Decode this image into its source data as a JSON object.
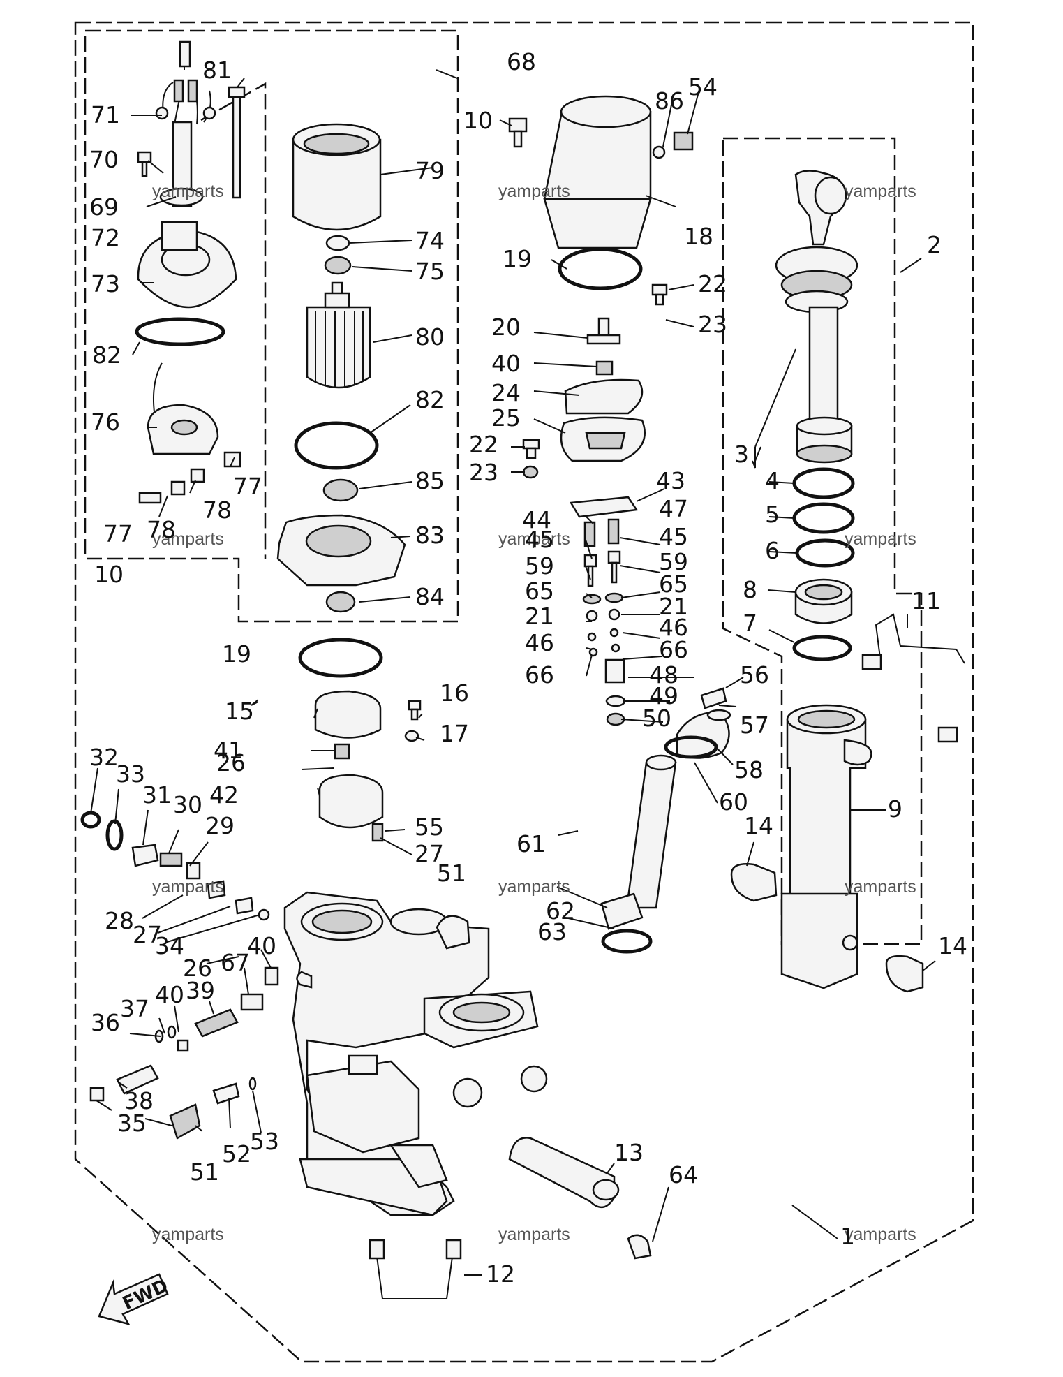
{
  "callouts": [
    {
      "id": "c-81",
      "text": "81"
    },
    {
      "id": "c-71",
      "text": "71"
    },
    {
      "id": "c-70",
      "text": "70"
    },
    {
      "id": "c-69",
      "text": "69"
    },
    {
      "id": "c-72",
      "text": "72"
    },
    {
      "id": "c-73",
      "text": "73"
    },
    {
      "id": "c-82a",
      "text": "82"
    },
    {
      "id": "c-76",
      "text": "76"
    },
    {
      "id": "c-77a",
      "text": "77"
    },
    {
      "id": "c-78a",
      "text": "78"
    },
    {
      "id": "c-77b",
      "text": "77"
    },
    {
      "id": "c-78b",
      "text": "78"
    },
    {
      "id": "c-10a",
      "text": "10"
    },
    {
      "id": "c-68",
      "text": "68"
    },
    {
      "id": "c-79",
      "text": "79"
    },
    {
      "id": "c-74",
      "text": "74"
    },
    {
      "id": "c-75",
      "text": "75"
    },
    {
      "id": "c-80",
      "text": "80"
    },
    {
      "id": "c-82b",
      "text": "82"
    },
    {
      "id": "c-85",
      "text": "85"
    },
    {
      "id": "c-83",
      "text": "83"
    },
    {
      "id": "c-84",
      "text": "84"
    },
    {
      "id": "c-19a",
      "text": "19"
    },
    {
      "id": "c-15",
      "text": "15"
    },
    {
      "id": "c-41",
      "text": "41"
    },
    {
      "id": "c-26a",
      "text": "26"
    },
    {
      "id": "c-42",
      "text": "42"
    },
    {
      "id": "c-16",
      "text": "16"
    },
    {
      "id": "c-17",
      "text": "17"
    },
    {
      "id": "c-55",
      "text": "55"
    },
    {
      "id": "c-27a",
      "text": "27"
    },
    {
      "id": "c-10b",
      "text": "10"
    },
    {
      "id": "c-86",
      "text": "86"
    },
    {
      "id": "c-54",
      "text": "54"
    },
    {
      "id": "c-18",
      "text": "18"
    },
    {
      "id": "c-19b",
      "text": "19"
    },
    {
      "id": "c-22a",
      "text": "22"
    },
    {
      "id": "c-23a",
      "text": "23"
    },
    {
      "id": "c-20",
      "text": "20"
    },
    {
      "id": "c-40a",
      "text": "40"
    },
    {
      "id": "c-24",
      "text": "24"
    },
    {
      "id": "c-25",
      "text": "25"
    },
    {
      "id": "c-22b",
      "text": "22"
    },
    {
      "id": "c-23b",
      "text": "23"
    },
    {
      "id": "c-43",
      "text": "43"
    },
    {
      "id": "c-44",
      "text": "44"
    },
    {
      "id": "c-47",
      "text": "47"
    },
    {
      "id": "c-45a",
      "text": "45"
    },
    {
      "id": "c-45b",
      "text": "45"
    },
    {
      "id": "c-59a",
      "text": "59"
    },
    {
      "id": "c-59b",
      "text": "59"
    },
    {
      "id": "c-65a",
      "text": "65"
    },
    {
      "id": "c-65b",
      "text": "65"
    },
    {
      "id": "c-21a",
      "text": "21"
    },
    {
      "id": "c-21b",
      "text": "21"
    },
    {
      "id": "c-46a",
      "text": "46"
    },
    {
      "id": "c-46b",
      "text": "46"
    },
    {
      "id": "c-66a",
      "text": "66"
    },
    {
      "id": "c-66b",
      "text": "66"
    },
    {
      "id": "c-48",
      "text": "48"
    },
    {
      "id": "c-49",
      "text": "49"
    },
    {
      "id": "c-50",
      "text": "50"
    },
    {
      "id": "c-56",
      "text": "56"
    },
    {
      "id": "c-57",
      "text": "57"
    },
    {
      "id": "c-58",
      "text": "58"
    },
    {
      "id": "c-60",
      "text": "60"
    },
    {
      "id": "c-61",
      "text": "61"
    },
    {
      "id": "c-62",
      "text": "62"
    },
    {
      "id": "c-63",
      "text": "63"
    },
    {
      "id": "c-2",
      "text": "2"
    },
    {
      "id": "c-3",
      "text": "3"
    },
    {
      "id": "c-4",
      "text": "4"
    },
    {
      "id": "c-5",
      "text": "5"
    },
    {
      "id": "c-6",
      "text": "6"
    },
    {
      "id": "c-8",
      "text": "8"
    },
    {
      "id": "c-7",
      "text": "7"
    },
    {
      "id": "c-11",
      "text": "11"
    },
    {
      "id": "c-9",
      "text": "9"
    },
    {
      "id": "c-14a",
      "text": "14"
    },
    {
      "id": "c-14b",
      "text": "14"
    },
    {
      "id": "c-32",
      "text": "32"
    },
    {
      "id": "c-33",
      "text": "33"
    },
    {
      "id": "c-31",
      "text": "31"
    },
    {
      "id": "c-30",
      "text": "30"
    },
    {
      "id": "c-29",
      "text": "29"
    },
    {
      "id": "c-28",
      "text": "28"
    },
    {
      "id": "c-27b",
      "text": "27"
    },
    {
      "id": "c-34",
      "text": "34"
    },
    {
      "id": "c-26b",
      "text": "26"
    },
    {
      "id": "c-40b",
      "text": "40"
    },
    {
      "id": "c-67",
      "text": "67"
    },
    {
      "id": "c-39",
      "text": "39"
    },
    {
      "id": "c-40c",
      "text": "40"
    },
    {
      "id": "c-37",
      "text": "37"
    },
    {
      "id": "c-36",
      "text": "36"
    },
    {
      "id": "c-38",
      "text": "38"
    },
    {
      "id": "c-35",
      "text": "35"
    },
    {
      "id": "c-51a",
      "text": "51"
    },
    {
      "id": "c-52",
      "text": "52"
    },
    {
      "id": "c-53",
      "text": "53"
    },
    {
      "id": "c-51b",
      "text": "51"
    },
    {
      "id": "c-13",
      "text": "13"
    },
    {
      "id": "c-64",
      "text": "64"
    },
    {
      "id": "c-12",
      "text": "12"
    },
    {
      "id": "c-1",
      "text": "1"
    }
  ],
  "watermark": "yamparts",
  "direction_marker": "FWD"
}
